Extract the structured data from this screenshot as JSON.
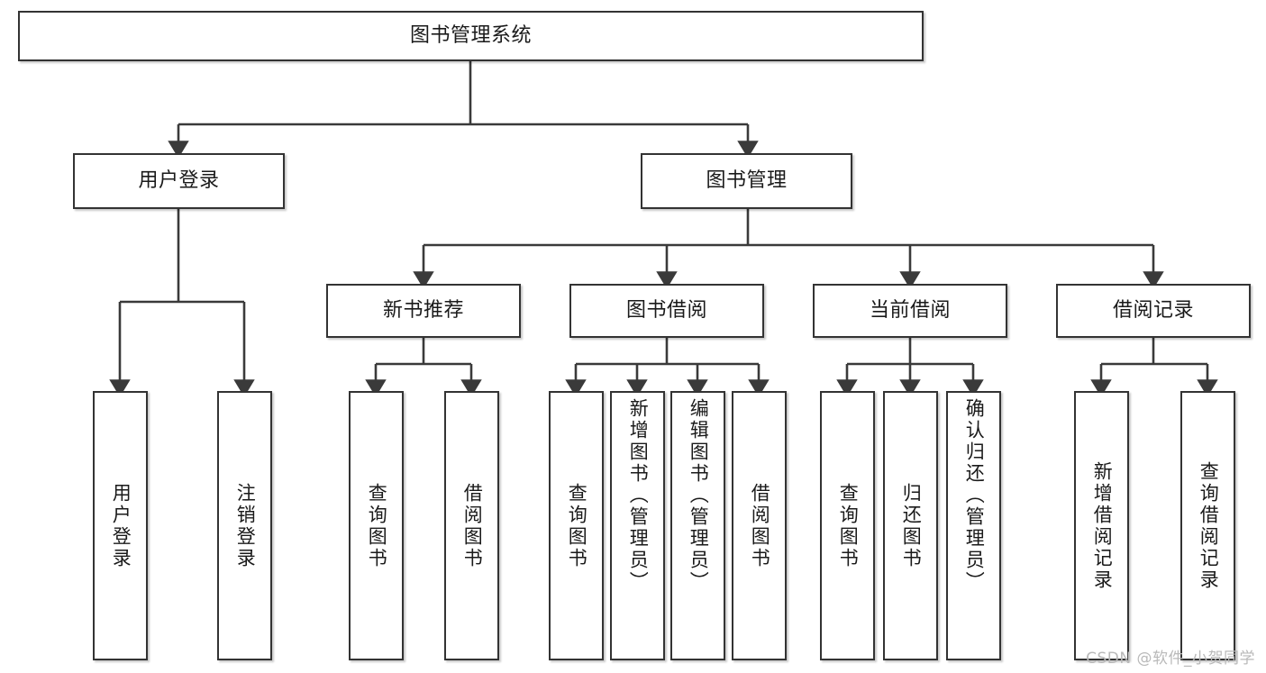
{
  "diagram": {
    "type": "tree",
    "title": "图书管理系统",
    "watermark": "CSDN @软件_小贺同学",
    "colors": {
      "node_border": "#333333",
      "node_fill": "#ffffff",
      "edge": "#3a3a3a",
      "text": "#1a1a1a",
      "watermark": "#b9b9b9"
    },
    "nodes": {
      "root": {
        "label": "图书管理系统"
      },
      "level2": [
        {
          "id": "user-login",
          "label": "用户登录"
        },
        {
          "id": "book-management",
          "label": "图书管理"
        }
      ],
      "level3": [
        {
          "id": "new-book-recommend",
          "label": "新书推荐"
        },
        {
          "id": "book-borrow",
          "label": "图书借阅"
        },
        {
          "id": "current-borrow",
          "label": "当前借阅"
        },
        {
          "id": "borrow-record",
          "label": "借阅记录"
        }
      ],
      "leaves": {
        "user_login": [
          {
            "id": "leaf-user-login",
            "label": "用户登录"
          },
          {
            "id": "leaf-logout",
            "label": "注销登录"
          }
        ],
        "new_book_recommend": [
          {
            "id": "leaf-query-book-1",
            "label": "查询图书"
          },
          {
            "id": "leaf-borrow-book-1",
            "label": "借阅图书"
          }
        ],
        "book_borrow": [
          {
            "id": "leaf-query-book-2",
            "label": "查询图书"
          },
          {
            "id": "leaf-add-book",
            "label": "新增图书（管理员）"
          },
          {
            "id": "leaf-edit-book",
            "label": "编辑图书（管理员）"
          },
          {
            "id": "leaf-borrow-book-2",
            "label": "借阅图书"
          }
        ],
        "current_borrow": [
          {
            "id": "leaf-query-book-3",
            "label": "查询图书"
          },
          {
            "id": "leaf-return-book",
            "label": "归还图书"
          },
          {
            "id": "leaf-confirm-return",
            "label": "确认归还（管理员）"
          }
        ],
        "borrow_record": [
          {
            "id": "leaf-add-record",
            "label": "新增借阅记录"
          },
          {
            "id": "leaf-query-record",
            "label": "查询借阅记录"
          }
        ]
      }
    }
  }
}
